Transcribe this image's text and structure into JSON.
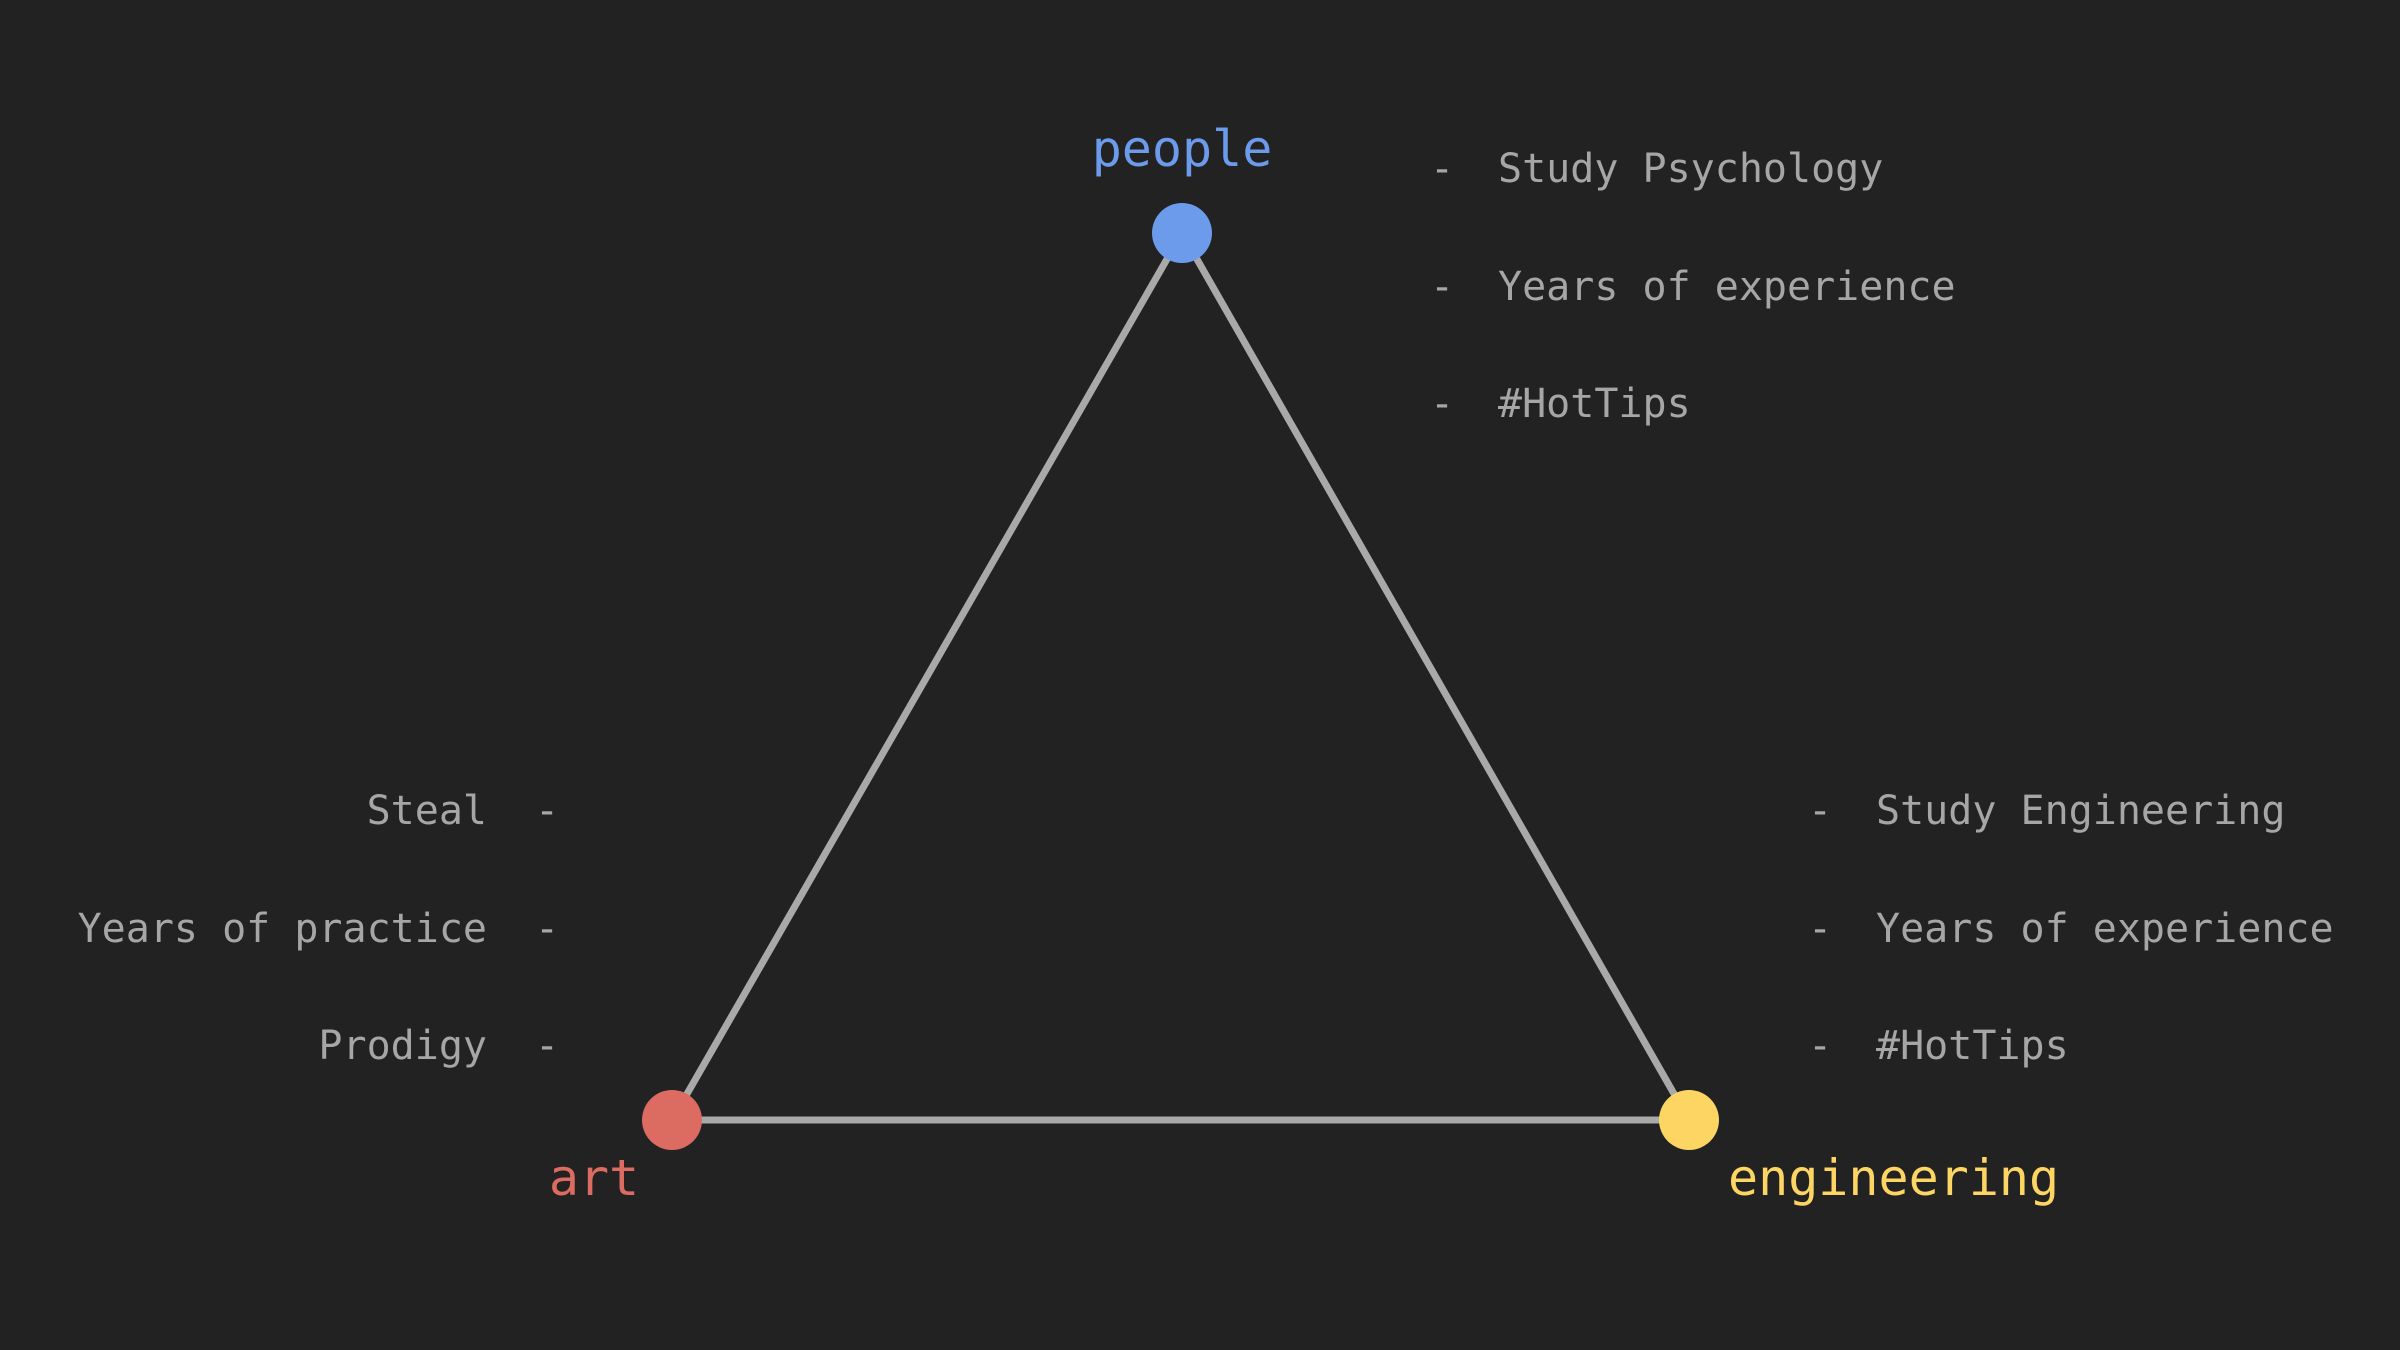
{
  "colors": {
    "background": "#222222",
    "edge": "#a9a9a9",
    "bullet_text": "#a6a6a6",
    "people": "#6b9bea",
    "art": "#dc6b61",
    "engineering": "#fdd563"
  },
  "nodes": {
    "people": {
      "label": "people"
    },
    "art": {
      "label": "art"
    },
    "engineering": {
      "label": "engineering"
    }
  },
  "bullets": {
    "dash": "-",
    "people": [
      "Study Psychology",
      "Years of experience",
      "#HotTips"
    ],
    "art": [
      "Steal",
      "Years of practice",
      "Prodigy"
    ],
    "engineering": [
      "Study Engineering",
      "Years of experience",
      "#HotTips"
    ]
  }
}
